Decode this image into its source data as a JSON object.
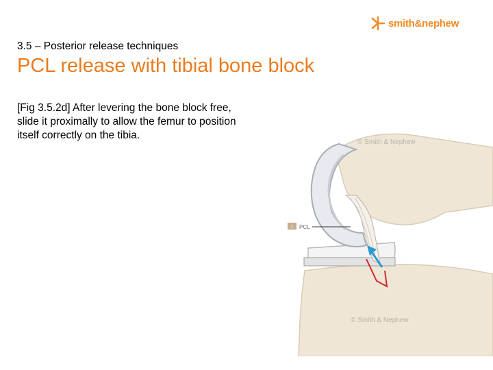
{
  "logo": {
    "text": "smith&nephew",
    "color": "#f28c28",
    "icon": "smith-nephew-star-icon"
  },
  "header": {
    "section_label": "3.5 – Posterior release techniques",
    "title": "PCL release with tibial bone block"
  },
  "body": {
    "description": "[Fig 3.5.2d] After levering the bone block free, slide it proximally to allow the femur to position itself correctly on the tibia."
  },
  "figure": {
    "callout_number": "1",
    "callout_label": "PCL",
    "watermark_top": "© Smith & Nephew",
    "watermark_bottom": "© Smith & Nephew"
  },
  "colors": {
    "title_accent": "#ea7b1e",
    "bone": "#efe6d6",
    "arrow": "#2a9bd1",
    "cut_line": "#d0282b"
  }
}
